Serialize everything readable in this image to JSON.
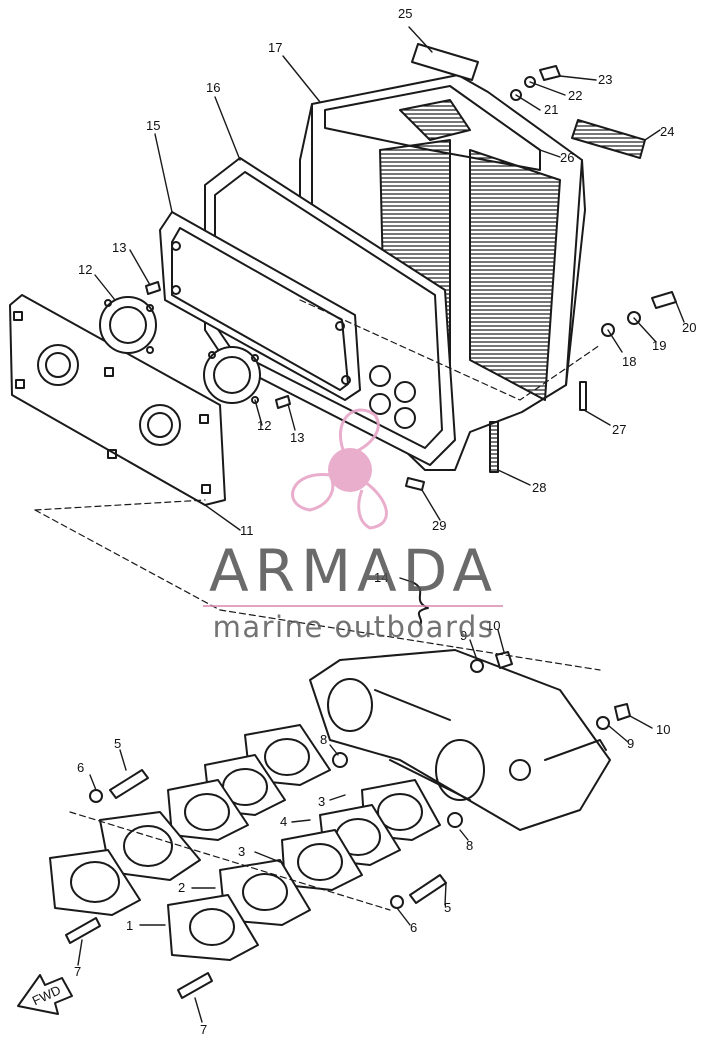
{
  "watermark": {
    "brand": "ARMADA",
    "tagline": "marine outboards",
    "accent_color": "#e8a6c8",
    "text_color": "#555555"
  },
  "diagram": {
    "fwd_label": "FWD",
    "line_color": "#1a1a1a"
  },
  "callouts": [
    {
      "id": "c25",
      "label": "25"
    },
    {
      "id": "c17",
      "label": "17"
    },
    {
      "id": "c16",
      "label": "16"
    },
    {
      "id": "c15",
      "label": "15"
    },
    {
      "id": "c23",
      "label": "23"
    },
    {
      "id": "c22",
      "label": "22"
    },
    {
      "id": "c21",
      "label": "21"
    },
    {
      "id": "c24",
      "label": "24"
    },
    {
      "id": "c26",
      "label": "26"
    },
    {
      "id": "c13a",
      "label": "13"
    },
    {
      "id": "c12a",
      "label": "12"
    },
    {
      "id": "c20",
      "label": "20"
    },
    {
      "id": "c19",
      "label": "19"
    },
    {
      "id": "c18",
      "label": "18"
    },
    {
      "id": "c13b",
      "label": "13"
    },
    {
      "id": "c12b",
      "label": "12"
    },
    {
      "id": "c27",
      "label": "27"
    },
    {
      "id": "c28",
      "label": "28"
    },
    {
      "id": "c11",
      "label": "11"
    },
    {
      "id": "c29",
      "label": "29"
    },
    {
      "id": "c14",
      "label": "14"
    },
    {
      "id": "c9a",
      "label": "9"
    },
    {
      "id": "c10a",
      "label": "10"
    },
    {
      "id": "c10b",
      "label": "10"
    },
    {
      "id": "c9b",
      "label": "9"
    },
    {
      "id": "c5a",
      "label": "5"
    },
    {
      "id": "c8a",
      "label": "8"
    },
    {
      "id": "c6a",
      "label": "6"
    },
    {
      "id": "c3a",
      "label": "3"
    },
    {
      "id": "c4",
      "label": "4"
    },
    {
      "id": "c3b",
      "label": "3"
    },
    {
      "id": "c8b",
      "label": "8"
    },
    {
      "id": "c2",
      "label": "2"
    },
    {
      "id": "c5b",
      "label": "5"
    },
    {
      "id": "c1",
      "label": "1"
    },
    {
      "id": "c6b",
      "label": "6"
    },
    {
      "id": "c7a",
      "label": "7"
    },
    {
      "id": "c7b",
      "label": "7"
    }
  ]
}
